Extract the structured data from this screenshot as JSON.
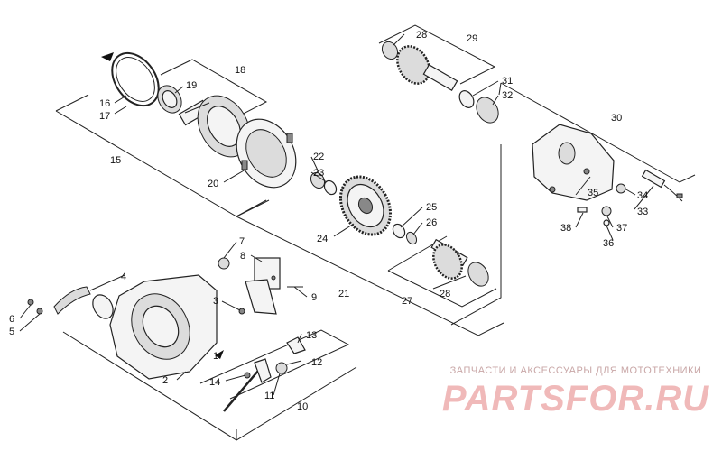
{
  "watermark": {
    "tagline": "ЗАПЧАСТИ И АКСЕССУАРЫ ДЛЯ МОТОТЕХНИКИ",
    "brand": "PARTSFOR.RU",
    "color": "#f0b9b9"
  },
  "callouts": [
    {
      "id": "c1",
      "text": "1"
    },
    {
      "id": "c2",
      "text": "2"
    },
    {
      "id": "c3",
      "text": "3"
    },
    {
      "id": "c4",
      "text": "4"
    },
    {
      "id": "c5",
      "text": "5"
    },
    {
      "id": "c6",
      "text": "6"
    },
    {
      "id": "c7",
      "text": "7"
    },
    {
      "id": "c8",
      "text": "8"
    },
    {
      "id": "c9",
      "text": "9"
    },
    {
      "id": "c10",
      "text": "10"
    },
    {
      "id": "c11",
      "text": "11"
    },
    {
      "id": "c12",
      "text": "12"
    },
    {
      "id": "c13",
      "text": "13"
    },
    {
      "id": "c14",
      "text": "14"
    },
    {
      "id": "c15",
      "text": "15"
    },
    {
      "id": "c16",
      "text": "16"
    },
    {
      "id": "c17",
      "text": "17"
    },
    {
      "id": "c18",
      "text": "18"
    },
    {
      "id": "c19",
      "text": "19"
    },
    {
      "id": "c20",
      "text": "20"
    },
    {
      "id": "c21",
      "text": "21"
    },
    {
      "id": "c22",
      "text": "22"
    },
    {
      "id": "c23",
      "text": "23"
    },
    {
      "id": "c24",
      "text": "24"
    },
    {
      "id": "c25",
      "text": "25"
    },
    {
      "id": "c26",
      "text": "26"
    },
    {
      "id": "c27",
      "text": "27"
    },
    {
      "id": "c28a",
      "text": "28"
    },
    {
      "id": "c28b",
      "text": "28"
    },
    {
      "id": "c29",
      "text": "29"
    },
    {
      "id": "c30",
      "text": "30"
    },
    {
      "id": "c31",
      "text": "31"
    },
    {
      "id": "c32",
      "text": "32"
    },
    {
      "id": "c33",
      "text": "33"
    },
    {
      "id": "c34",
      "text": "34"
    },
    {
      "id": "c35",
      "text": "35"
    },
    {
      "id": "c36",
      "text": "36"
    },
    {
      "id": "c37",
      "text": "37"
    },
    {
      "id": "c38",
      "text": "38"
    }
  ]
}
